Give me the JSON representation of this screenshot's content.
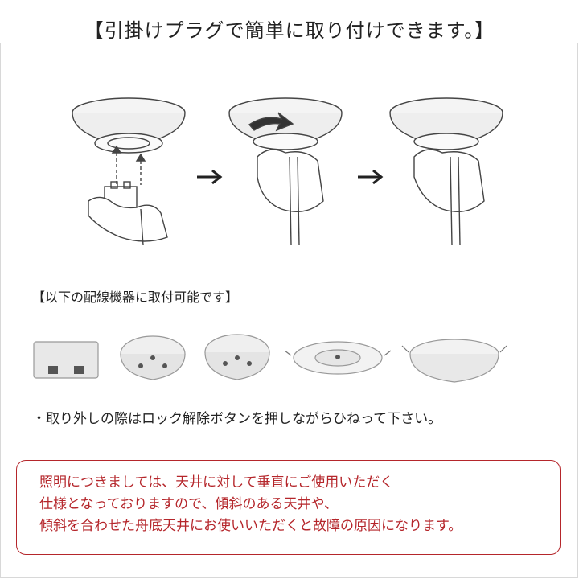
{
  "title": "【引掛けプラグで簡単に取り付けできます。】",
  "subheading": "【以下の配線機器に取付可能です】",
  "removal_note": "・取り外しの際はロック解除ボタンを押しながらひねって下さい。",
  "warning": {
    "lines": [
      "照明につきましては、天井に対して垂直にご使用いただく",
      "仕様となっておりますので、傾斜のある天井や、",
      "傾斜を合わせた舟底天井にお使いいただくと故障の原因になります。"
    ]
  },
  "colors": {
    "warning": "#b5262b",
    "border": "#d8d8d8"
  },
  "icons": [
    "ceiling-plate-drawing",
    "arrow-right-icon",
    "hand-drawing",
    "plug-adapter-drawing"
  ]
}
